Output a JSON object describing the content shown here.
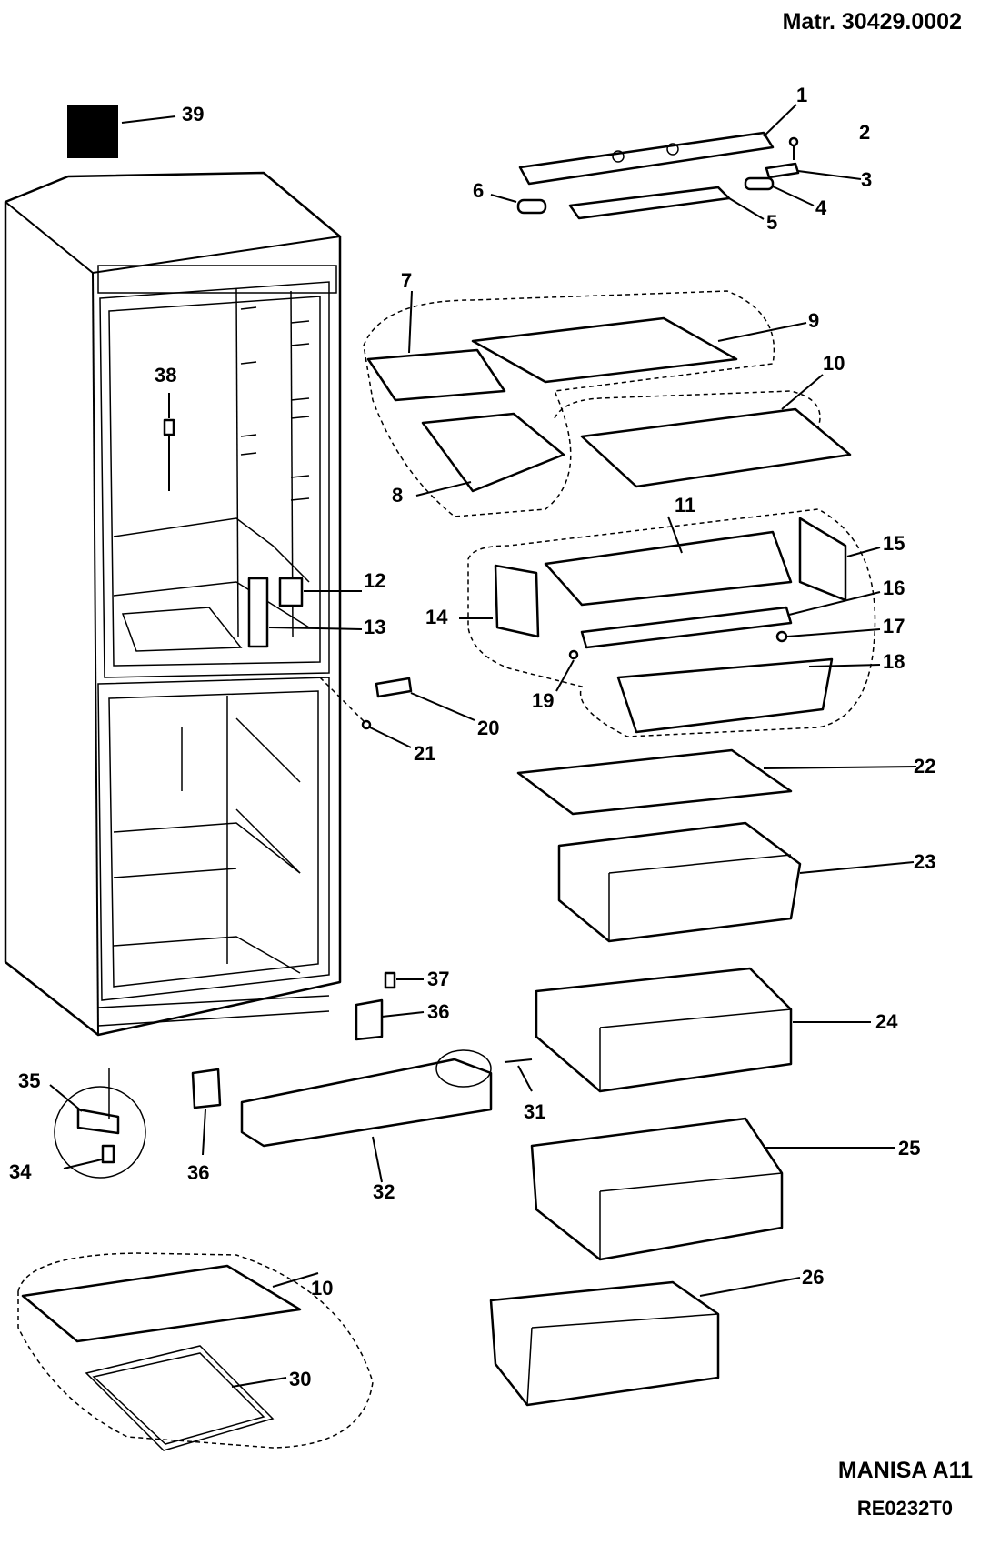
{
  "header": {
    "material": "Matr. 30429.0002",
    "model": "MANISA A11",
    "drawing_code": "RE0232T0"
  },
  "callouts": {
    "c1": "1",
    "c2": "2",
    "c3": "3",
    "c4": "4",
    "c5": "5",
    "c6": "6",
    "c7": "7",
    "c8": "8",
    "c9": "9",
    "c10a": "10",
    "c10b": "10",
    "c11": "11",
    "c12": "12",
    "c13": "13",
    "c14": "14",
    "c15": "15",
    "c16": "16",
    "c17": "17",
    "c18": "18",
    "c19": "19",
    "c20": "20",
    "c21": "21",
    "c22": "22",
    "c23": "23",
    "c24": "24",
    "c25": "25",
    "c26": "26",
    "c30": "30",
    "c31": "31",
    "c32": "32",
    "c34": "34",
    "c35": "35",
    "c36a": "36",
    "c36b": "36",
    "c37": "37",
    "c38": "38",
    "c39": "39"
  }
}
